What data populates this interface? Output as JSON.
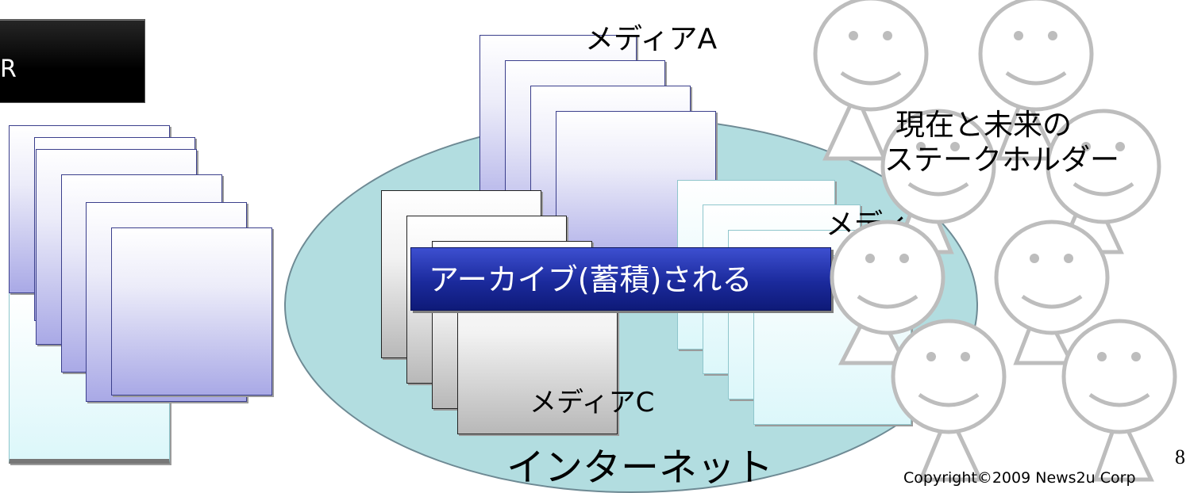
{
  "pr_box": {
    "label": "R"
  },
  "media_a_label": "メディアA",
  "media_b_label": "メディ",
  "media_c_label": "メディアC",
  "banner_text": "アーカイブ(蓄積)される",
  "internet_label": "インターネット",
  "stakeholders_label_line1": "現在と未来の",
  "stakeholders_label_line2": "ステークホルダー",
  "page_number": "8",
  "copyright": "Copyright©2009 News2u Corp",
  "colors": {
    "ellipse_fill": "#b2dde0",
    "banner_fill": "#1b2a9c",
    "page_lavender": "#a9a9e6",
    "page_cyan": "#dcf7fa",
    "page_gray": "#b8b8b8"
  },
  "icons": [
    "smiley-person-icon"
  ]
}
